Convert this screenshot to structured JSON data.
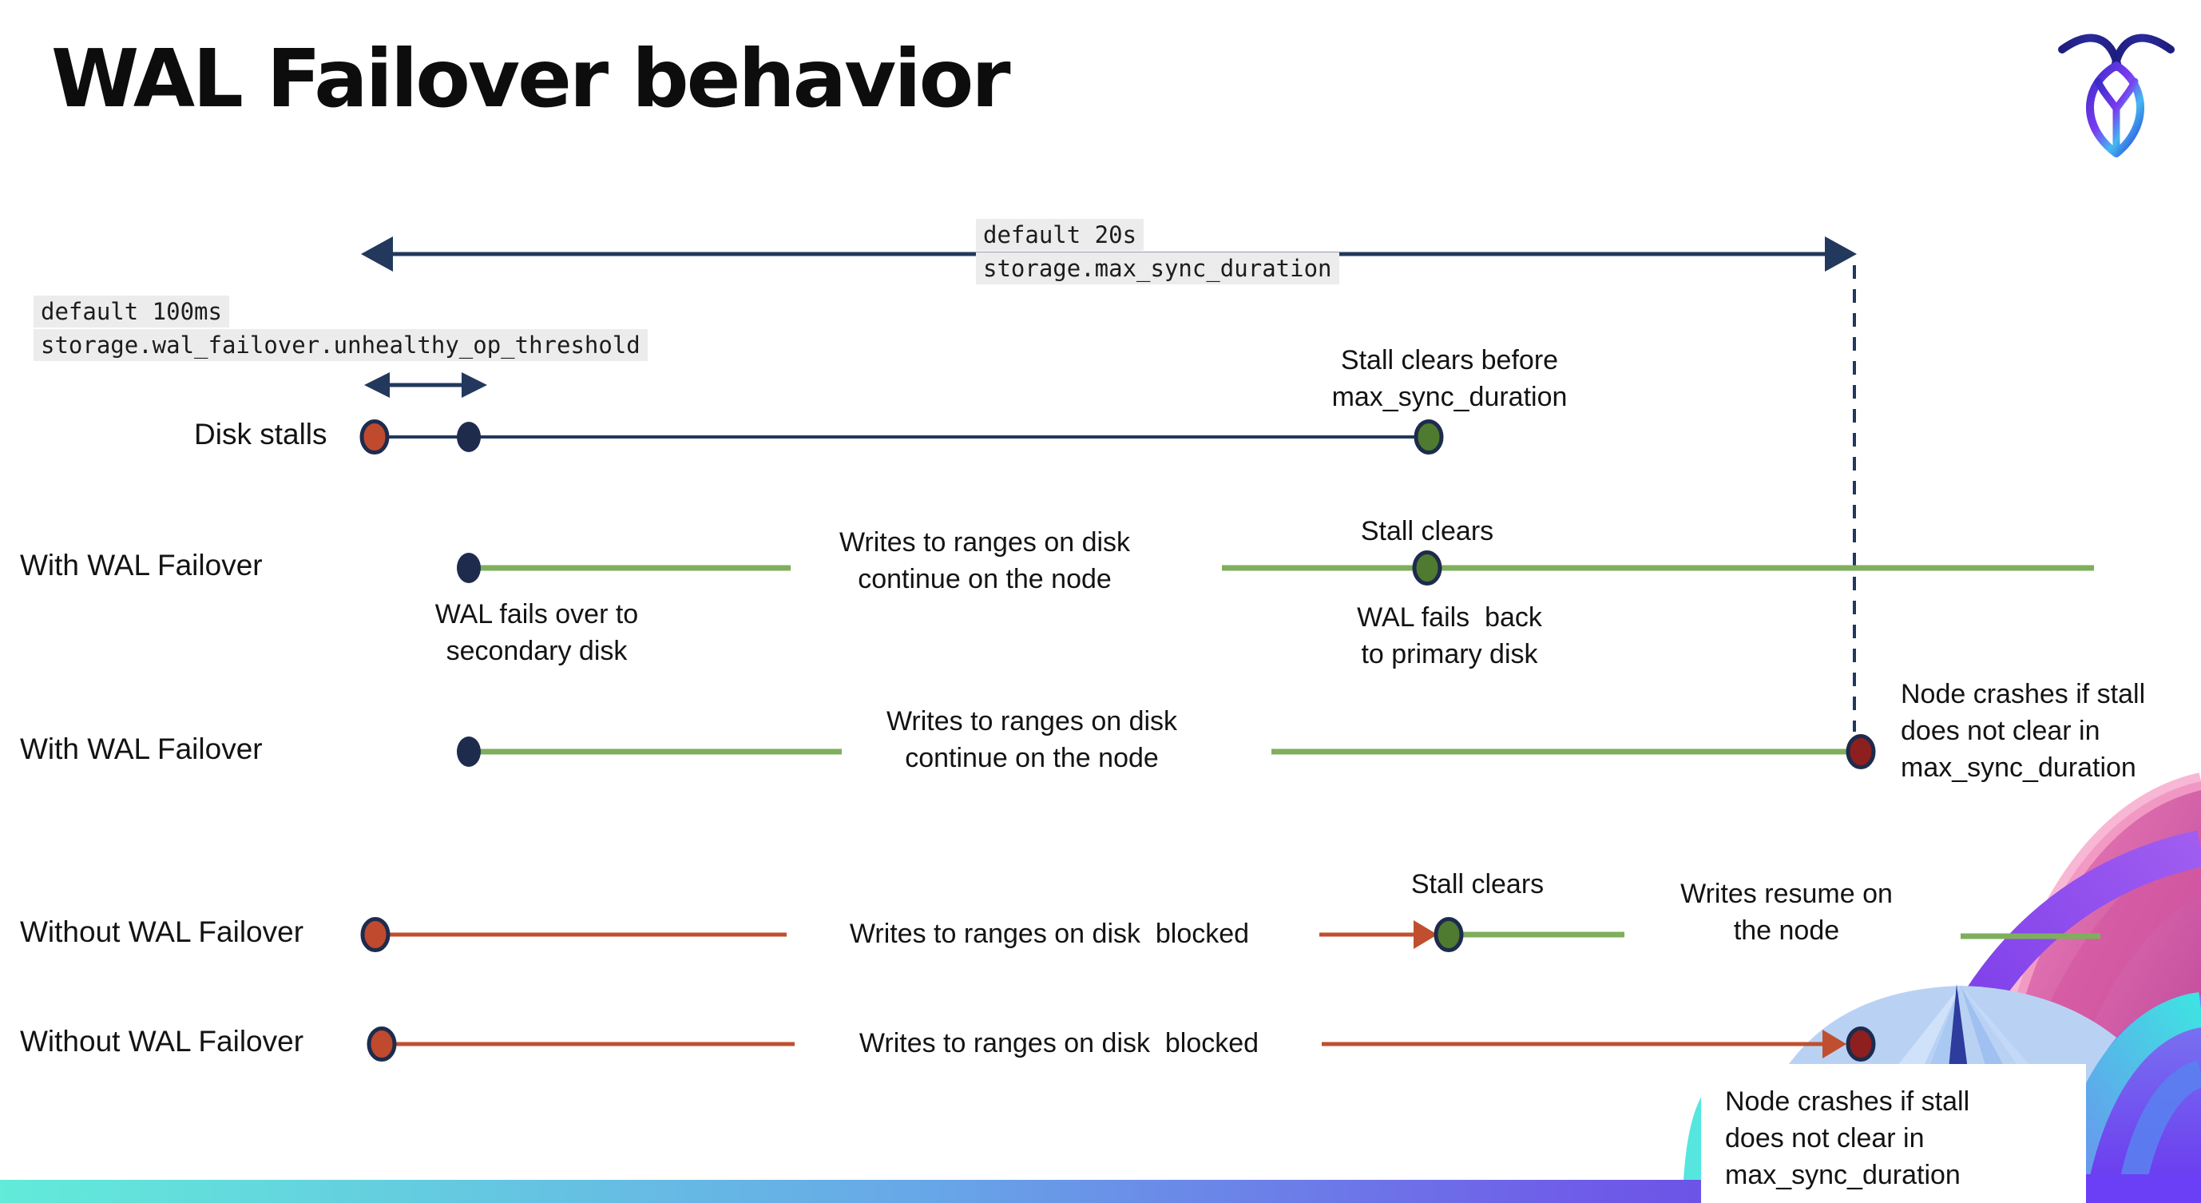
{
  "title": "WAL Failover behavior",
  "logo": {
    "icon": "cockroachdb-cockroach-logo"
  },
  "settings": {
    "max_sync_duration": {
      "default_label": "default 20s",
      "setting_name": "storage.max_sync_duration"
    },
    "unhealthy_op_threshold": {
      "default_label": "default 100ms",
      "setting_name": "storage.wal_failover.unhealthy_op_threshold"
    }
  },
  "rows": {
    "disk_stalls": "Disk stalls",
    "with_wal_failover_1": "With WAL Failover",
    "with_wal_failover_2": "With WAL Failover",
    "without_wal_failover_1": "Without WAL Failover",
    "without_wal_failover_2": "Without WAL Failover"
  },
  "annotations": {
    "stall_clears_before": "Stall clears before\nmax_sync_duration",
    "stall_clears_2": "Stall clears",
    "writes_continue_2": "Writes to ranges on disk\ncontinue on the node",
    "wal_fails_over": "WAL fails over to\nsecondary disk",
    "wal_fails_back": "WAL fails  back\nto primary disk",
    "writes_continue_3": "Writes to ranges on disk\ncontinue on the node",
    "node_crashes_3": "Node crashes if stall\ndoes not clear in\nmax_sync_duration",
    "stall_clears_4": "Stall clears",
    "writes_blocked_4": "Writes to ranges on disk  blocked",
    "writes_resume": "Writes resume on\nthe node",
    "writes_blocked_5": "Writes to ranges on disk  blocked",
    "node_crashes_5": "Node crashes if stall\ndoes not clear in\nmax_sync_duration"
  },
  "colors": {
    "navy": "#22385c",
    "navy_dot": "#1e2b4d",
    "green_line": "#7fae5c",
    "green_dot": "#4e7b2f",
    "red_line": "#bf4f2e",
    "red_dot": "#bf4a2e",
    "maroon_dot": "#8e1f1f",
    "code_bg": "#ececec",
    "bar_teal": "#62ebd9",
    "bar_purple": "#5b2fe0",
    "brand_pink": "#d5519e",
    "brand_violet": "#6b3ff5",
    "brand_blue": "#5b8cf0"
  }
}
